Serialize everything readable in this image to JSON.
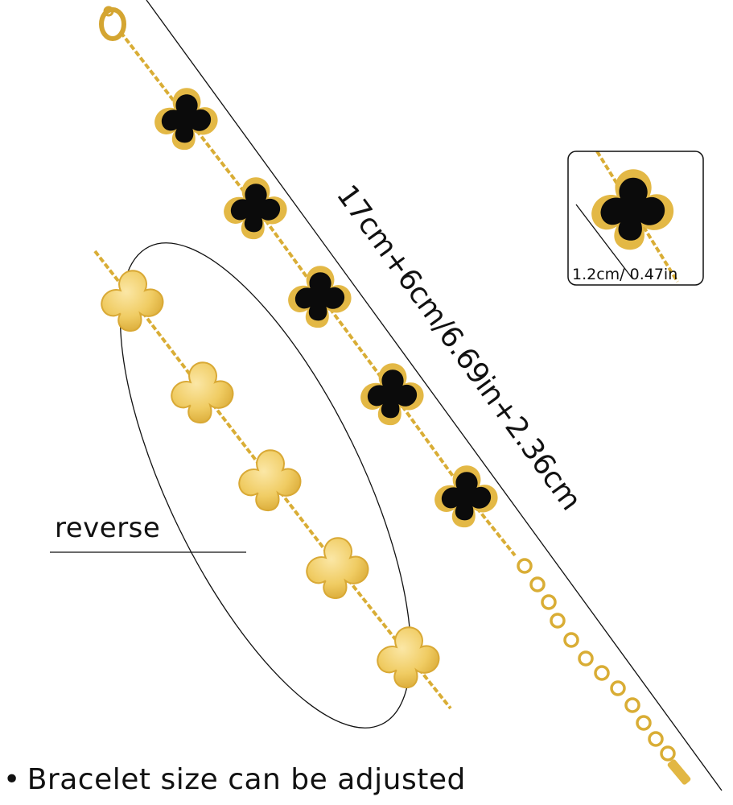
{
  "length_label": "17cm+6cm/6.69in+2.36cm",
  "reverse_label": "reverse",
  "detail": {
    "size_label": "1.2cm/ 0.47in"
  },
  "caption": {
    "bullet": "•",
    "text": "Bracelet size can be adjusted"
  },
  "colors": {
    "gold": "#e8bf45",
    "gold_light": "#f6d98a",
    "gold_dark": "#c9981f",
    "onyx": "#0b0b0b",
    "outline": "#111111"
  },
  "icons": {
    "clasp": "lobster-clasp-icon",
    "charm_front": "black-clover-charm-icon",
    "charm_back": "gold-clover-charm-icon"
  }
}
